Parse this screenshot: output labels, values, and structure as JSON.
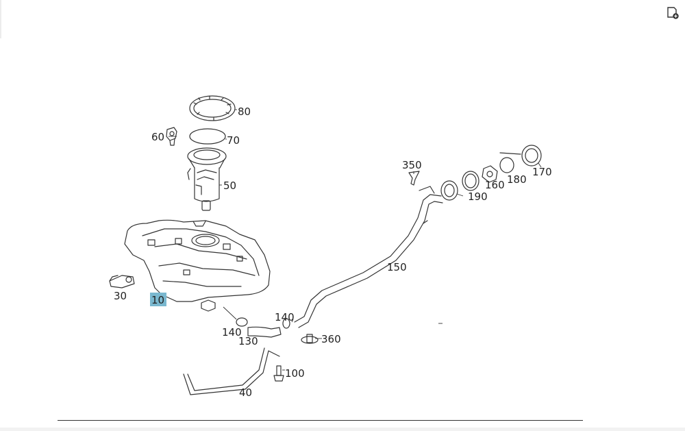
{
  "toolbar": {
    "icon": "add-to-list-icon"
  },
  "diagram": {
    "part_labels": [
      "80",
      "60",
      "70",
      "50",
      "350",
      "160",
      "180",
      "170",
      "190",
      "150",
      "30",
      "10",
      "140",
      "140",
      "130",
      "360",
      "100",
      "40"
    ],
    "highlighted_label": "10",
    "colors": {
      "line": "#333333",
      "highlight": "#7ab8cf"
    }
  }
}
